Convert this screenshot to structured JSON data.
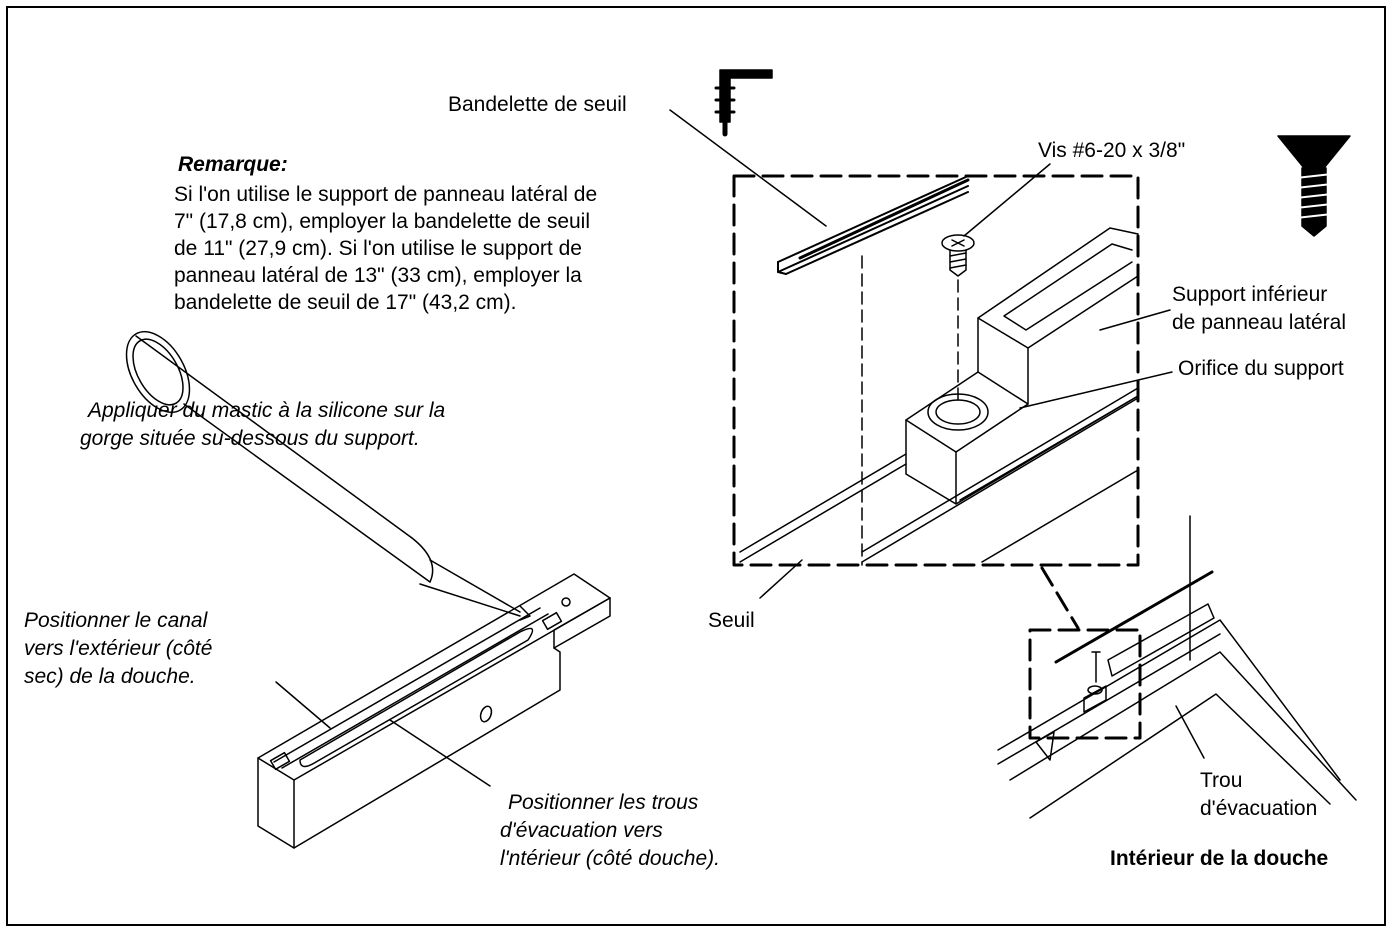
{
  "labels": {
    "bandelette": "Bandelette de seuil",
    "vis": "Vis #6-20 x 3/8\"",
    "support_inferieur_1": "Support inférieur",
    "support_inferieur_2": "de panneau latéral",
    "orifice": "Orifice du support",
    "seuil": "Seuil",
    "trou_1": "Trou",
    "trou_2": "d'évacuation",
    "interieur": "Intérieur de la douche"
  },
  "note": {
    "title": "Remarque:",
    "lines": [
      "Si l'on utilise le support de panneau latéral de",
      "7\" (17,8 cm), employer la bandelette de seuil",
      "de 11\" (27,9 cm). Si l'on utilise le support de",
      "panneau latéral de 13\" (33 cm), employer la",
      "bandelette de seuil de 17\" (43,2 cm)."
    ]
  },
  "instructions": {
    "mastic": [
      "Appliquer du mastic à la silicone sur la",
      "gorge située su-dessous du support."
    ],
    "canal": [
      "Positionner le canal",
      "vers l'extérieur (côté",
      "sec) de la douche."
    ],
    "trous": [
      "Positionner les trous",
      "d'évacuation vers",
      "l'ntérieur (côté douche)."
    ]
  }
}
